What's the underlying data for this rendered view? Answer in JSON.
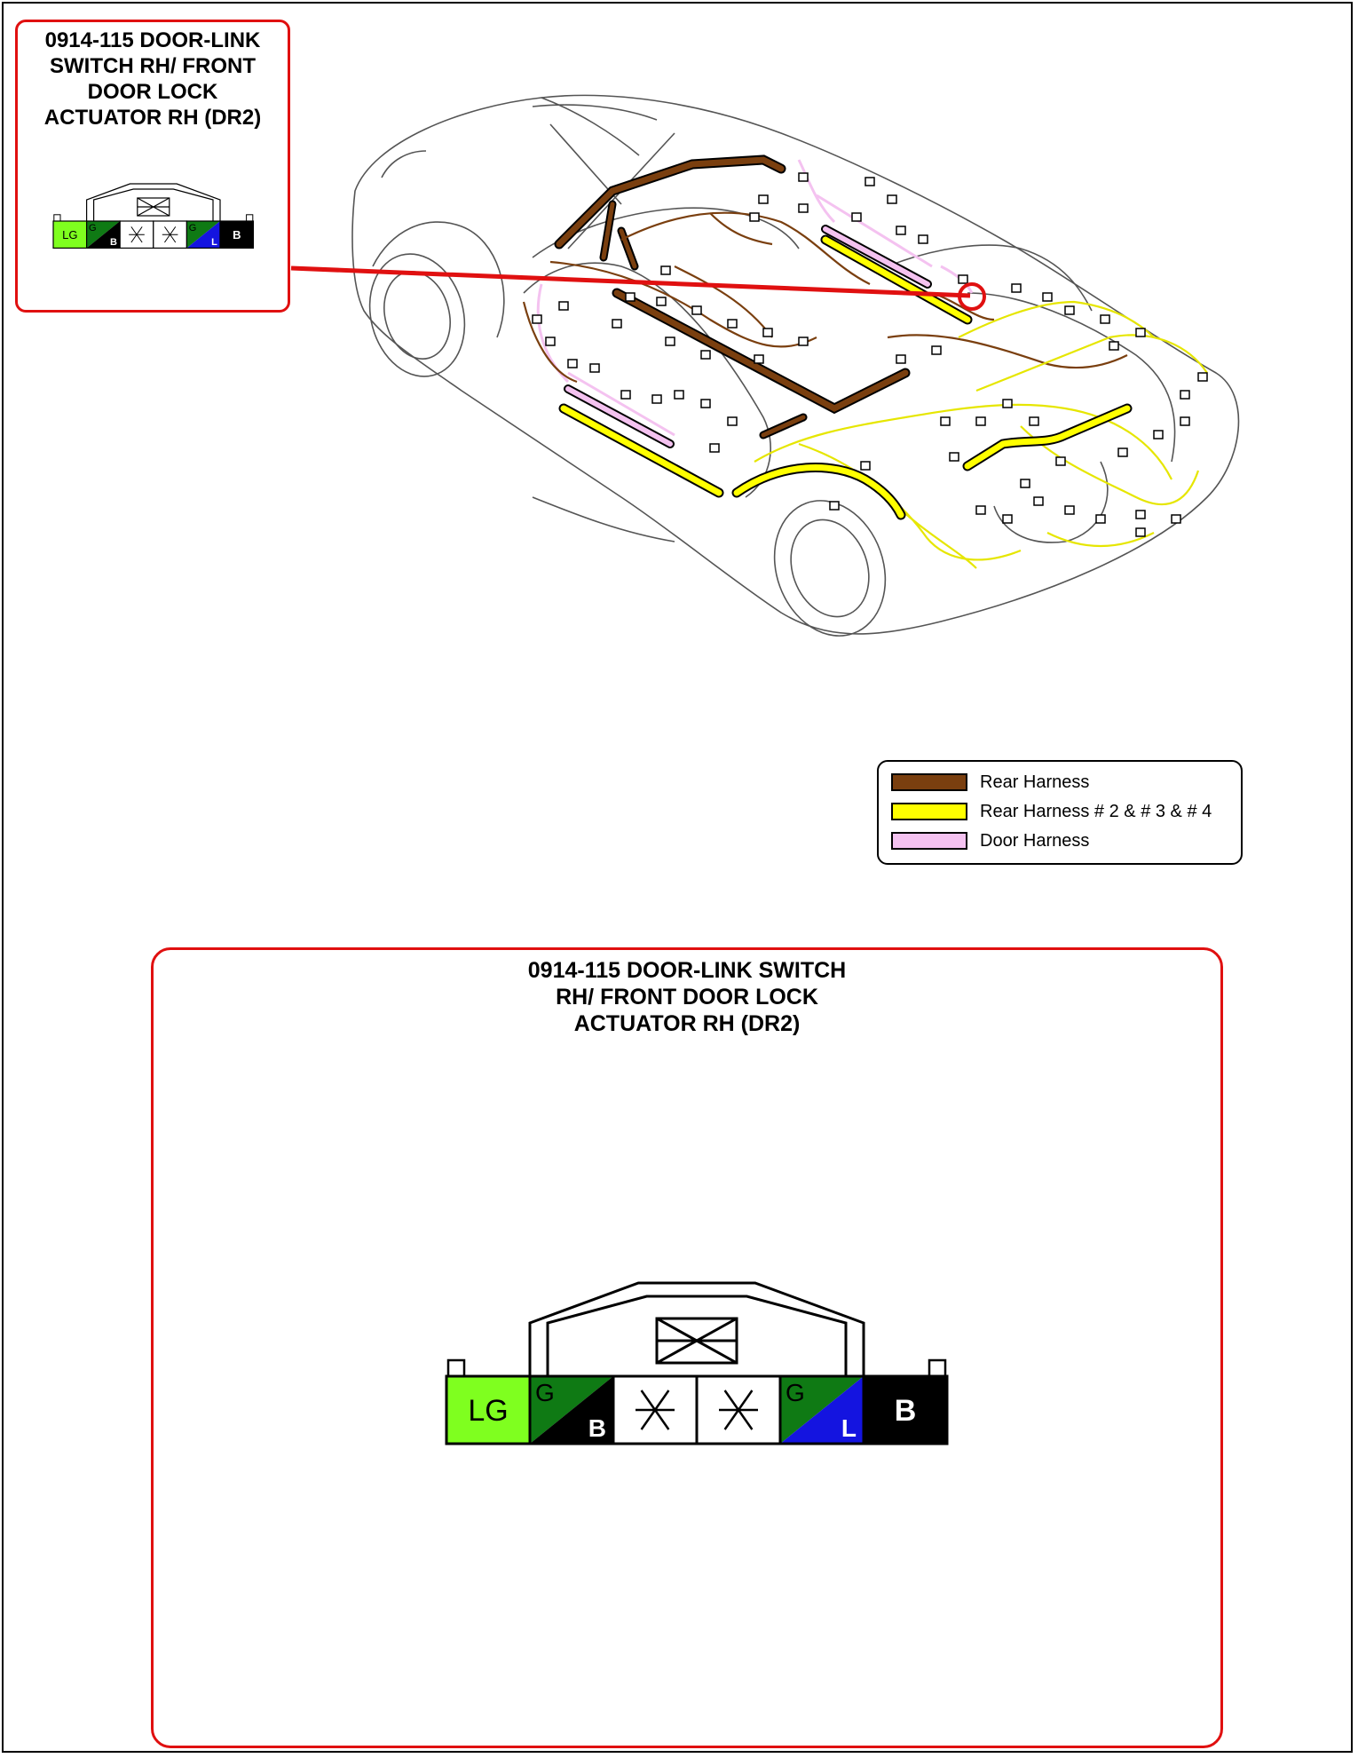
{
  "callout": {
    "title_lines": [
      "0914-115 DOOR-LINK",
      "SWITCH RH/ FRONT",
      "DOOR LOCK",
      "ACTUATOR  RH (DR2)"
    ]
  },
  "detail": {
    "title_lines": [
      "0914-115 DOOR-LINK SWITCH",
      "RH/ FRONT DOOR LOCK",
      "ACTUATOR RH (DR2)"
    ]
  },
  "connector": {
    "pins": [
      {
        "top": "LG",
        "bottom": "",
        "color_a": "#7fff1f",
        "color_b": "#7fff1f",
        "split": false
      },
      {
        "top": "G",
        "bottom": "B",
        "color_a": "#0f7a14",
        "color_b": "#000000",
        "split": true
      },
      {
        "top": "*",
        "bottom": "",
        "color_a": "#ffffff",
        "color_b": "#ffffff",
        "split": false,
        "unused": true
      },
      {
        "top": "*",
        "bottom": "",
        "color_a": "#ffffff",
        "color_b": "#ffffff",
        "split": false,
        "unused": true
      },
      {
        "top": "G",
        "bottom": "L",
        "color_a": "#0f7a14",
        "color_b": "#1414e0",
        "split": true
      },
      {
        "top": "B",
        "bottom": "",
        "color_a": "#000000",
        "color_b": "#000000",
        "split": false
      }
    ]
  },
  "legend": {
    "items": [
      {
        "label": "Rear Harness",
        "color": "#7a3f0f"
      },
      {
        "label": "Rear Harness # 2 & # 3 & # 4",
        "color": "#ffff00"
      },
      {
        "label": "Door Harness",
        "color": "#f4c2f0"
      }
    ]
  },
  "colors": {
    "callout_red": "#e01010",
    "rear_harness": "#7a3f0f",
    "rear_harness_2_3_4": "#ffff00",
    "door_harness": "#f4c2f0"
  }
}
